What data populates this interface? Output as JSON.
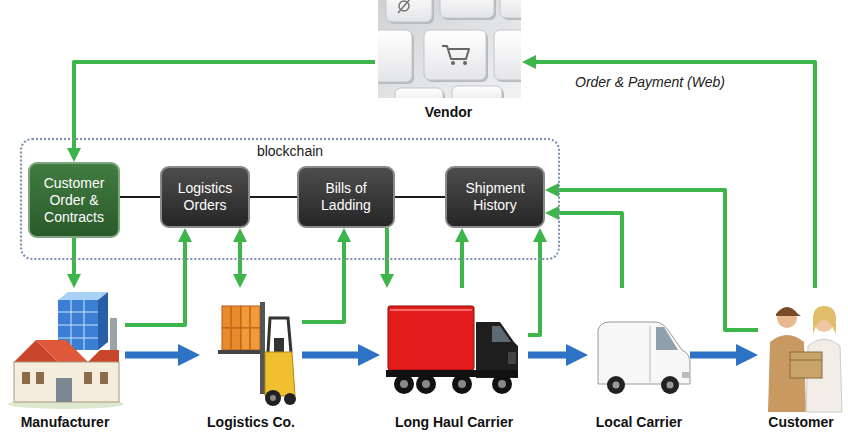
{
  "diagram": {
    "nodes": [
      {
        "text": [
          "Vendor"
        ]
      },
      {
        "text": [
          "blockchain"
        ]
      },
      {
        "text": [
          "Customer Order & Contracts"
        ],
        "in": 1
      },
      {
        "text": [
          "Logistics Orders"
        ],
        "in": 1
      },
      {
        "text": [
          "Bills of Ladding"
        ],
        "in": 1
      },
      {
        "text": [
          "Shipment History"
        ],
        "in": 1
      },
      {
        "text": [
          "Manufacturer"
        ]
      },
      {
        "text": [
          "Logistics Co."
        ]
      },
      {
        "text": [
          "Long Haul Carrier"
        ]
      },
      {
        "text": [
          "Local Carrier"
        ]
      },
      {
        "text": [
          "Customer"
        ]
      }
    ],
    "edges": [
      {
        "from": 0,
        "to": 2,
        "arrow": "to"
      },
      {
        "from": 10,
        "to": 0,
        "arrow": "to",
        "label": "Order & Payment (Web)"
      },
      {
        "from": 2,
        "to": 3,
        "arrow": "none"
      },
      {
        "from": 3,
        "to": 4,
        "arrow": "none"
      },
      {
        "from": 4,
        "to": 5,
        "arrow": "none"
      },
      {
        "from": 2,
        "to": 6,
        "arrow": "to"
      },
      {
        "from": 6,
        "to": 3,
        "arrow": "to"
      },
      {
        "from": 3,
        "to": 7,
        "arrow": "both"
      },
      {
        "from": 7,
        "to": 4,
        "arrow": "to"
      },
      {
        "from": 4,
        "to": 8,
        "arrow": "to"
      },
      {
        "from": 8,
        "to": 5,
        "arrow": "to"
      },
      {
        "from": 8,
        "to": 5,
        "arrow": "to"
      },
      {
        "from": 9,
        "to": 5,
        "arrow": "to"
      },
      {
        "from": 10,
        "to": 5,
        "arrow": "to"
      },
      {
        "from": 6,
        "to": 7,
        "arrow": "to"
      },
      {
        "from": 7,
        "to": 8,
        "arrow": "to"
      },
      {
        "from": 8,
        "to": 9,
        "arrow": "to"
      },
      {
        "from": 9,
        "to": 10,
        "arrow": "to"
      }
    ]
  }
}
